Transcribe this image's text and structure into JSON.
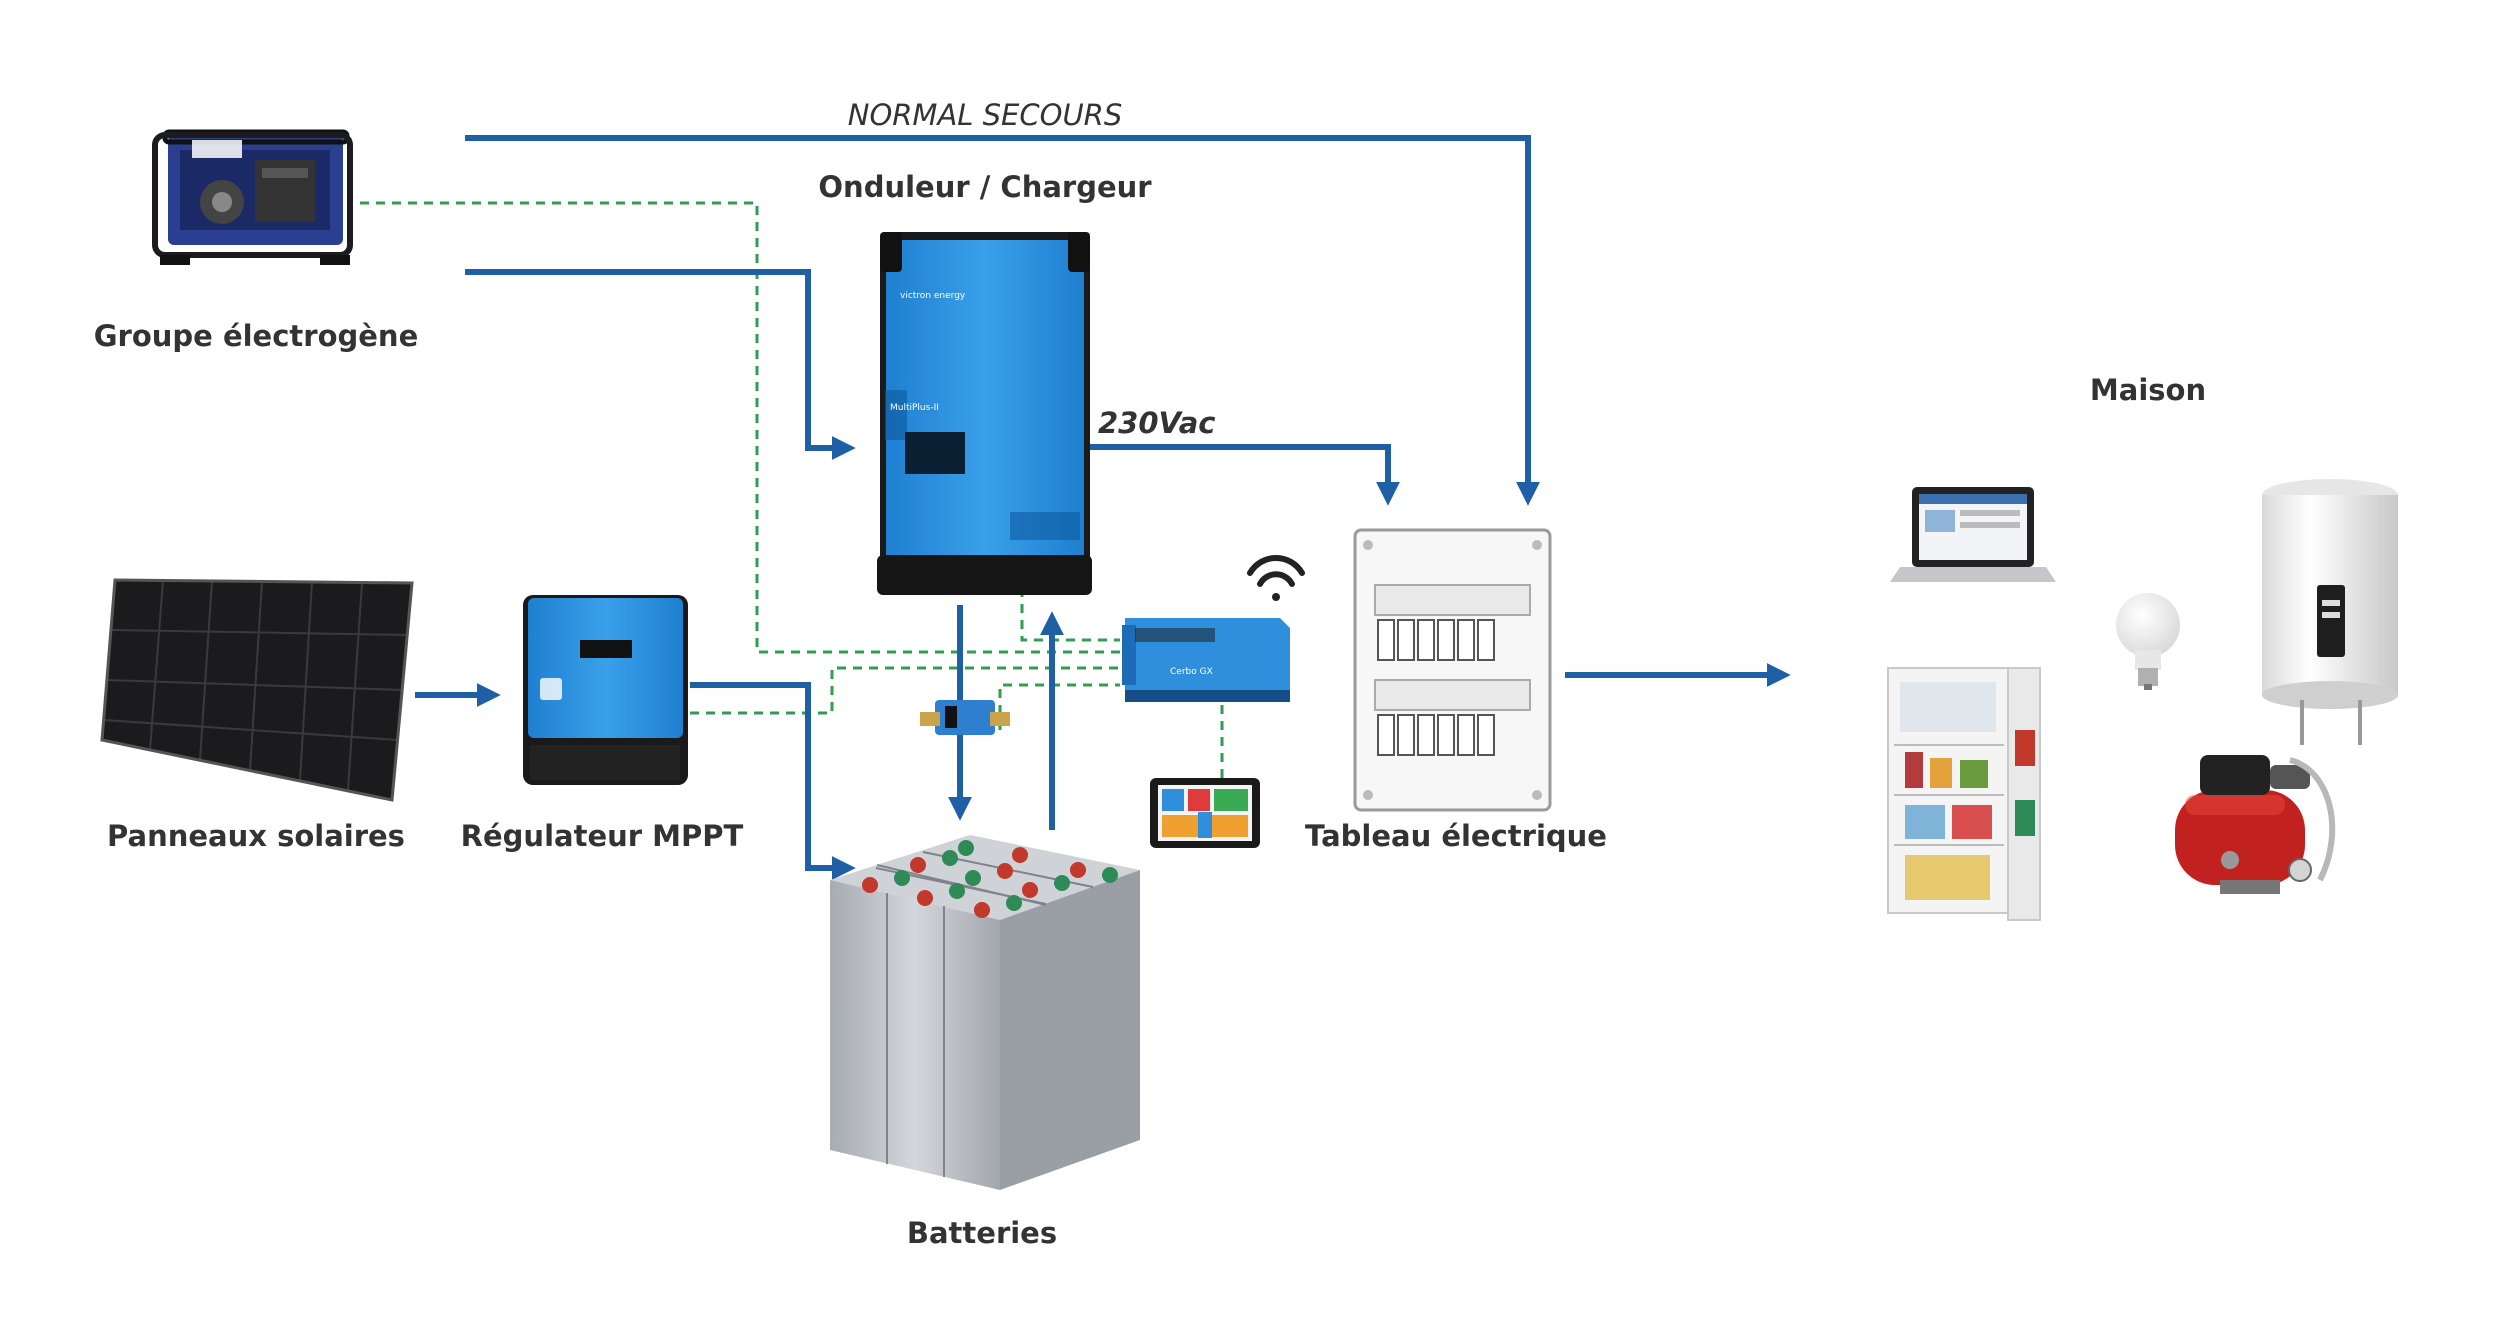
{
  "labels": {
    "generator": "Groupe électrogène",
    "inverter": "Onduleur / Chargeur",
    "solar": "Panneaux solaires",
    "mppt": "Régulateur MPPT",
    "batteries": "Batteries",
    "panel": "Tableau électrique",
    "house": "Maison"
  },
  "annotations": {
    "bypass": "NORMAL SECOURS",
    "ac_out": "230Vac"
  },
  "device_text": {
    "cerbo": "Cerbo GX"
  },
  "colors": {
    "power_line": "#1f5fa6",
    "data_line": "#2f9e4f",
    "victron_blue": "#2f8fdc",
    "victron_dark": "#1a1a1a",
    "battery_grey": "#b9bcc2",
    "text": "#333333"
  },
  "icons": [
    "generator-icon",
    "solar-panel-icon",
    "mppt-controller-icon",
    "inverter-charger-icon",
    "battery-bank-icon",
    "shunt-icon",
    "cerbo-gx-icon",
    "wifi-icon",
    "touch-display-icon",
    "electrical-panel-icon",
    "laptop-icon",
    "light-bulb-icon",
    "water-heater-icon",
    "refrigerator-icon",
    "water-pump-icon"
  ]
}
